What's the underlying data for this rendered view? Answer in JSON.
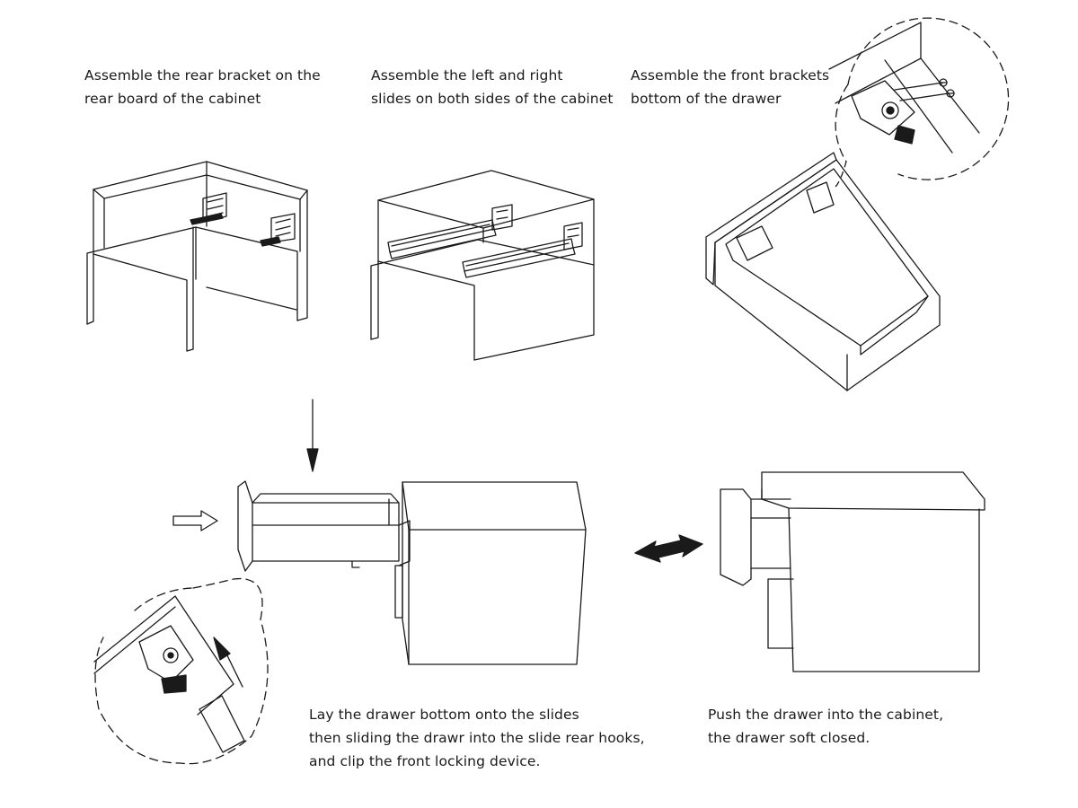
{
  "steps": [
    {
      "lines": [
        "Assemble the rear bracket on the",
        "rear board of the cabinet"
      ]
    },
    {
      "lines": [
        "Assemble the left and right",
        "slides on both sides of the cabinet"
      ]
    },
    {
      "lines": [
        "Assemble the front brackets",
        "bottom of the drawer"
      ]
    },
    {
      "lines": [
        "Lay the drawer bottom onto the slides",
        "then sliding the drawr into the slide rear hooks,",
        "and clip the front locking device."
      ]
    },
    {
      "lines": [
        "Push the drawer into the cabinet,",
        "the drawer soft closed."
      ]
    }
  ],
  "icons": [
    "down-arrow-icon",
    "push-arrow-icon",
    "up-arrow-icon",
    "double-arrow-icon",
    "screw-icon"
  ],
  "colors": {
    "line": "#1a1a1a",
    "background": "#ffffff"
  }
}
